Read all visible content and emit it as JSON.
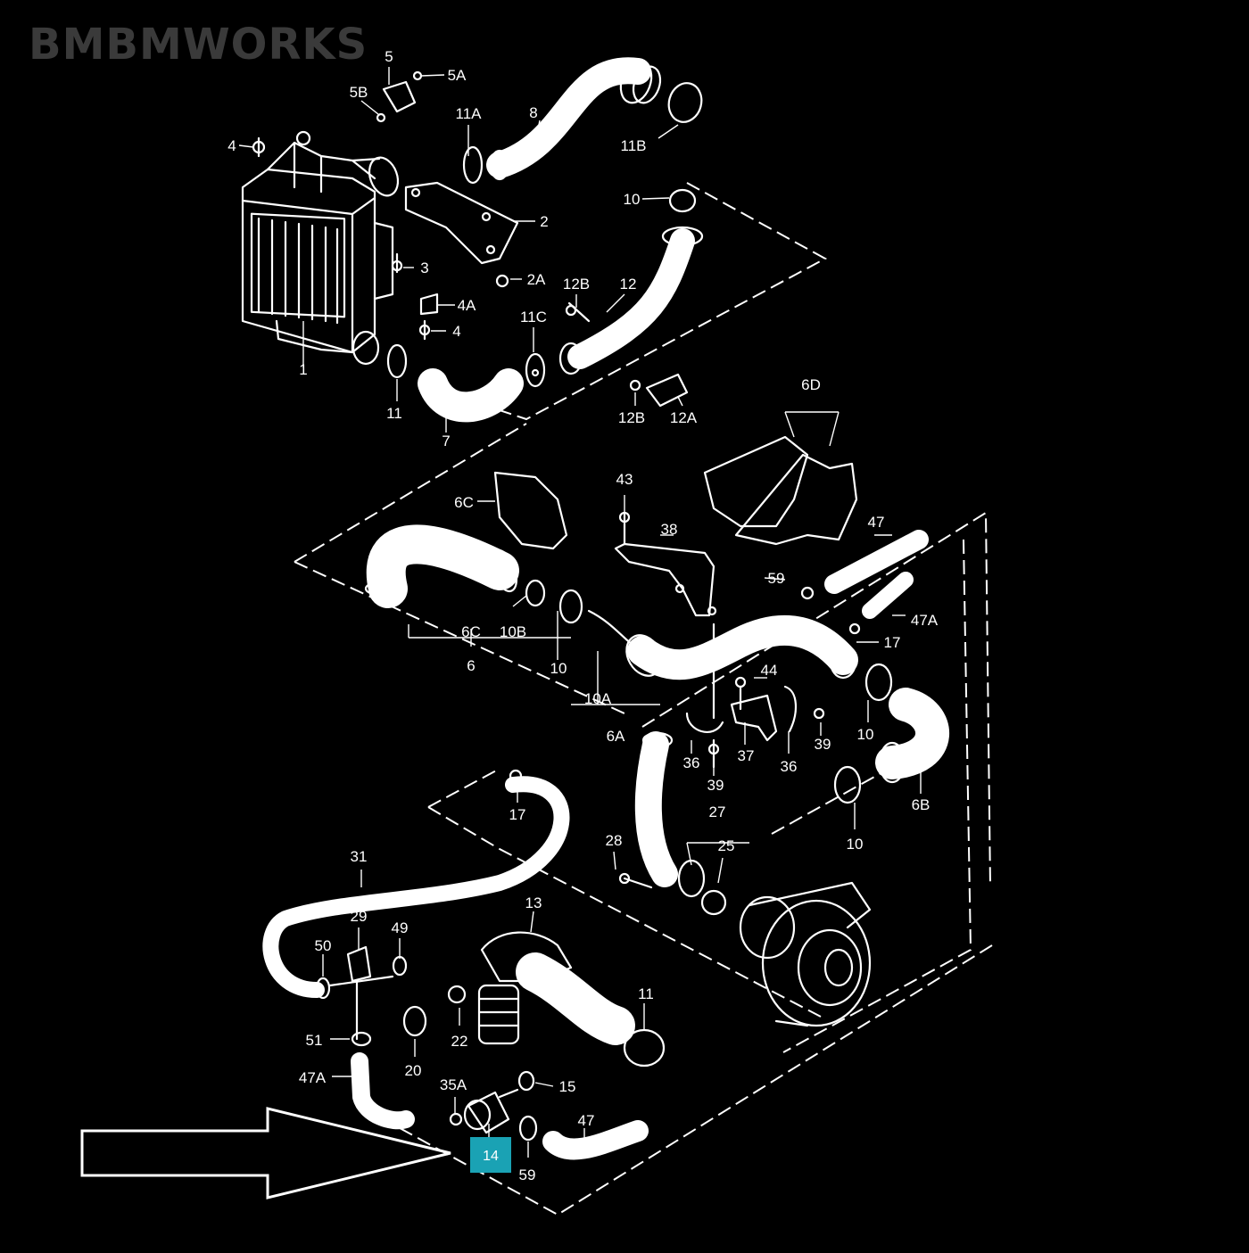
{
  "watermark": "BMBMWORKS",
  "highlight": {
    "label": "14",
    "color": "#1aa2b4"
  },
  "parts": [
    {
      "id": "p1",
      "label": "1"
    },
    {
      "id": "p2",
      "label": "2"
    },
    {
      "id": "p2A",
      "label": "2A"
    },
    {
      "id": "p3",
      "label": "3"
    },
    {
      "id": "p4a",
      "label": "4"
    },
    {
      "id": "p4b",
      "label": "4"
    },
    {
      "id": "p4A",
      "label": "4A"
    },
    {
      "id": "p5",
      "label": "5"
    },
    {
      "id": "p5A",
      "label": "5A"
    },
    {
      "id": "p5B",
      "label": "5B"
    },
    {
      "id": "p7",
      "label": "7"
    },
    {
      "id": "p8",
      "label": "8"
    },
    {
      "id": "p10a",
      "label": "10"
    },
    {
      "id": "p11a",
      "label": "11"
    },
    {
      "id": "p11A",
      "label": "11A"
    },
    {
      "id": "p11B",
      "label": "11B"
    },
    {
      "id": "p11C",
      "label": "11C"
    },
    {
      "id": "p12",
      "label": "12"
    },
    {
      "id": "p12Ba",
      "label": "12B"
    },
    {
      "id": "p12Bb",
      "label": "12B"
    },
    {
      "id": "p12A",
      "label": "12A"
    },
    {
      "id": "p6D",
      "label": "6D"
    },
    {
      "id": "p6Ca",
      "label": "6C"
    },
    {
      "id": "p6Cb",
      "label": "6C"
    },
    {
      "id": "p10B",
      "label": "10B"
    },
    {
      "id": "p6",
      "label": "6"
    },
    {
      "id": "p10b",
      "label": "10"
    },
    {
      "id": "p10A",
      "label": "10A"
    },
    {
      "id": "p6A",
      "label": "6A"
    },
    {
      "id": "p43",
      "label": "43"
    },
    {
      "id": "p38",
      "label": "38"
    },
    {
      "id": "p59a",
      "label": "59"
    },
    {
      "id": "p47a",
      "label": "47"
    },
    {
      "id": "p47Aa",
      "label": "47A"
    },
    {
      "id": "p17a",
      "label": "17"
    },
    {
      "id": "p44",
      "label": "44"
    },
    {
      "id": "p10c",
      "label": "10"
    },
    {
      "id": "p36a",
      "label": "36"
    },
    {
      "id": "p37",
      "label": "37"
    },
    {
      "id": "p36b",
      "label": "36"
    },
    {
      "id": "p39a",
      "label": "39"
    },
    {
      "id": "p39b",
      "label": "39"
    },
    {
      "id": "p6B",
      "label": "6B"
    },
    {
      "id": "p10d",
      "label": "10"
    },
    {
      "id": "p17b",
      "label": "17"
    },
    {
      "id": "p27",
      "label": "27"
    },
    {
      "id": "p25",
      "label": "25"
    },
    {
      "id": "p28",
      "label": "28"
    },
    {
      "id": "p31",
      "label": "31"
    },
    {
      "id": "p13",
      "label": "13"
    },
    {
      "id": "p29",
      "label": "29"
    },
    {
      "id": "p49",
      "label": "49"
    },
    {
      "id": "p50",
      "label": "50"
    },
    {
      "id": "p11b",
      "label": "11"
    },
    {
      "id": "p22",
      "label": "22"
    },
    {
      "id": "p20",
      "label": "20"
    },
    {
      "id": "p51",
      "label": "51"
    },
    {
      "id": "p47Ab",
      "label": "47A"
    },
    {
      "id": "p35A",
      "label": "35A"
    },
    {
      "id": "p15",
      "label": "15"
    },
    {
      "id": "p47b",
      "label": "47"
    },
    {
      "id": "p59b",
      "label": "59"
    }
  ]
}
